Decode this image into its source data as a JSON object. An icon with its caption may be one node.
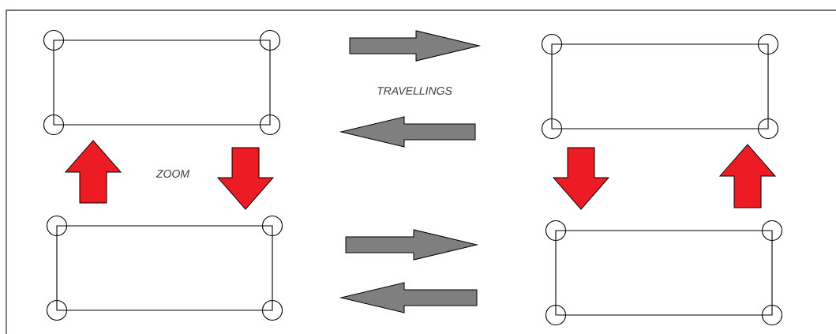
{
  "diagram": {
    "nodes": [
      {
        "text": [],
        "shape": "box"
      },
      {
        "text": [],
        "shape": "box"
      },
      {
        "text": [],
        "shape": "box"
      },
      {
        "text": [],
        "shape": "box"
      }
    ],
    "edges": [
      {
        "from": 0,
        "to": 1,
        "arrow": "to",
        "color": "#7f7f7f"
      },
      {
        "from": 1,
        "to": 0,
        "arrow": "to",
        "color": "#7f7f7f"
      },
      {
        "from": 2,
        "to": 0,
        "arrow": "to",
        "color": "#ed1c24"
      },
      {
        "from": 0,
        "to": 2,
        "arrow": "to",
        "color": "#ed1c24"
      },
      {
        "from": 1,
        "to": 3,
        "arrow": "to",
        "color": "#ed1c24"
      },
      {
        "from": 3,
        "to": 1,
        "arrow": "to",
        "color": "#ed1c24"
      },
      {
        "from": 2,
        "to": 3,
        "arrow": "to",
        "color": "#7f7f7f"
      },
      {
        "from": 3,
        "to": 2,
        "arrow": "to",
        "color": "#7f7f7f"
      }
    ],
    "labels": [
      "TRAVELLINGS",
      "ZOOM"
    ]
  }
}
